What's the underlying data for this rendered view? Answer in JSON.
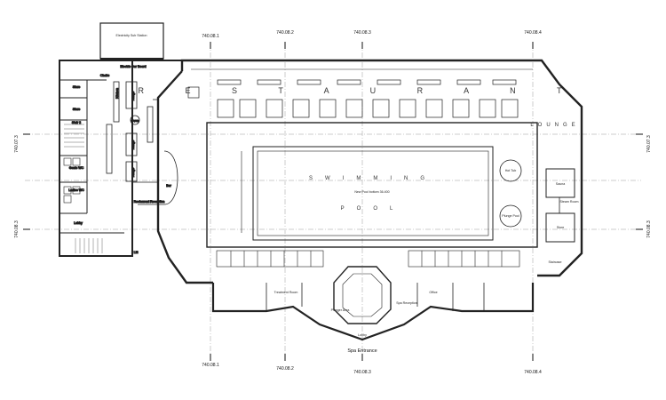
{
  "axes": {
    "top": [
      "740.08.1",
      "740.08.2",
      "740.08.3",
      "740.08.4"
    ],
    "bottom": [
      "740.08.1",
      "740.08.2",
      "740.08.3",
      "740.08.4"
    ],
    "left": [
      "740.07.3",
      "740.08.3"
    ],
    "right": [
      "740.07.3",
      "740.08.3"
    ]
  },
  "labels": {
    "restaurant": "R E S T A U R A N T",
    "lounge": "LOUNGE",
    "swimming": "SWIMMING",
    "pool": "POOL",
    "pool_note": "New Pool bottom 36.400",
    "spa_entrance": "Spa Entrance",
    "electricity": "Electricity Sub Station",
    "electric_car": "Electric Car Board",
    "store_1": "Store",
    "store_2": "Store",
    "stair": "Stair 2",
    "gents": "Gents WC",
    "ladies": "Ladies WC",
    "lobby_left": "Lobby",
    "lift": "Lift",
    "chairs": "Chairs",
    "range_1": "Range",
    "range_2": "Range",
    "range_3": "Range",
    "oven": "Oven",
    "bar": "Bar",
    "restaurant_reception": "Restaurant Reception",
    "kitchen": "Kitchen",
    "hot_tub": "Hot Tub",
    "plunge_pool": "Plunge Pool",
    "sauna": "Sauna",
    "steam_room": "Steam Room",
    "store_right": "Store",
    "treatment": "Treatment Room",
    "plunger_area": "Plunger Area",
    "lobby_bottom": "Lobby",
    "spa_reception": "Spa Reception",
    "office": "Office",
    "staircase": "Staircase"
  }
}
